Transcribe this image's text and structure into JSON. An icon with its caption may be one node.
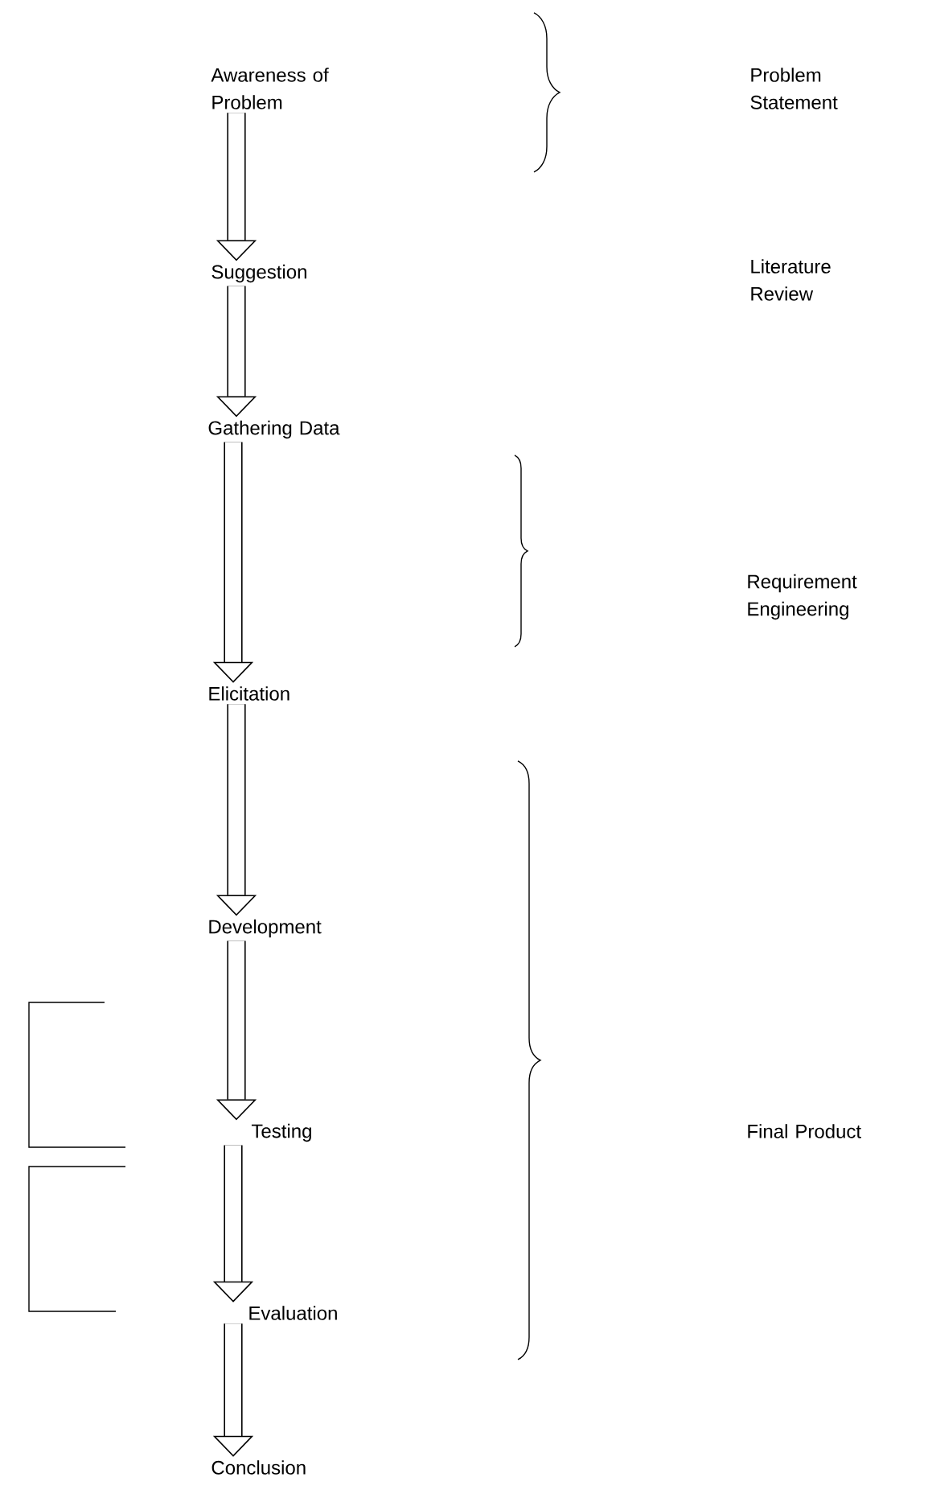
{
  "diagram": {
    "nodes": [
      {
        "text": [
          "Awareness of Problem"
        ]
      },
      {
        "text": [
          "Suggestion"
        ]
      },
      {
        "text": [
          "Gathering Data"
        ]
      },
      {
        "text": [
          "Elicitation"
        ]
      },
      {
        "text": [
          "Development"
        ]
      },
      {
        "text": [
          "Testing"
        ]
      },
      {
        "text": [
          "Evaluation"
        ]
      },
      {
        "text": [
          "Conclusion"
        ]
      }
    ],
    "edges": [
      {
        "from": 0,
        "to": 1,
        "arrow": "to"
      },
      {
        "from": 1,
        "to": 2,
        "arrow": "to"
      },
      {
        "from": 2,
        "to": 3,
        "arrow": "to"
      },
      {
        "from": 3,
        "to": 4,
        "arrow": "to"
      },
      {
        "from": 4,
        "to": 5,
        "arrow": "to"
      },
      {
        "from": 5,
        "to": 6,
        "arrow": "to"
      },
      {
        "from": 6,
        "to": 7,
        "arrow": "to"
      }
    ],
    "labels": [
      "Problem Statement",
      "Literature Review",
      "Requirement Engineering",
      "Final Product"
    ]
  }
}
